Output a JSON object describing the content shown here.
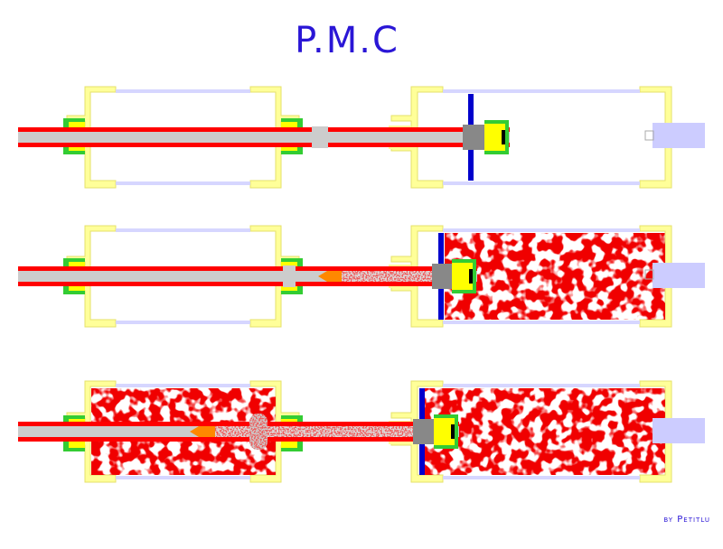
{
  "title": "P.M.C",
  "credit": "by Petitlu",
  "colors": {
    "title_blue": "#2a16d6",
    "frame_yellow": "#ffff99",
    "frame_outline": "#e6e06a",
    "seal_green": "#33cc33",
    "seal_yellow": "#ffff00",
    "tube_red": "#ff0000",
    "rod_grey": "#cccccc",
    "plate_blue": "#0000cc",
    "cap_lavender": "#ccccff",
    "rail_lavender": "#d6d6ff",
    "fluid_red": "#e00000",
    "flame_orange": "#ff8800"
  },
  "stages": [
    {
      "name": "stage-1",
      "left_filled": false,
      "right_filled": false
    },
    {
      "name": "stage-2",
      "left_filled": false,
      "right_filled": true
    },
    {
      "name": "stage-3",
      "left_filled": true,
      "right_filled": true
    }
  ]
}
